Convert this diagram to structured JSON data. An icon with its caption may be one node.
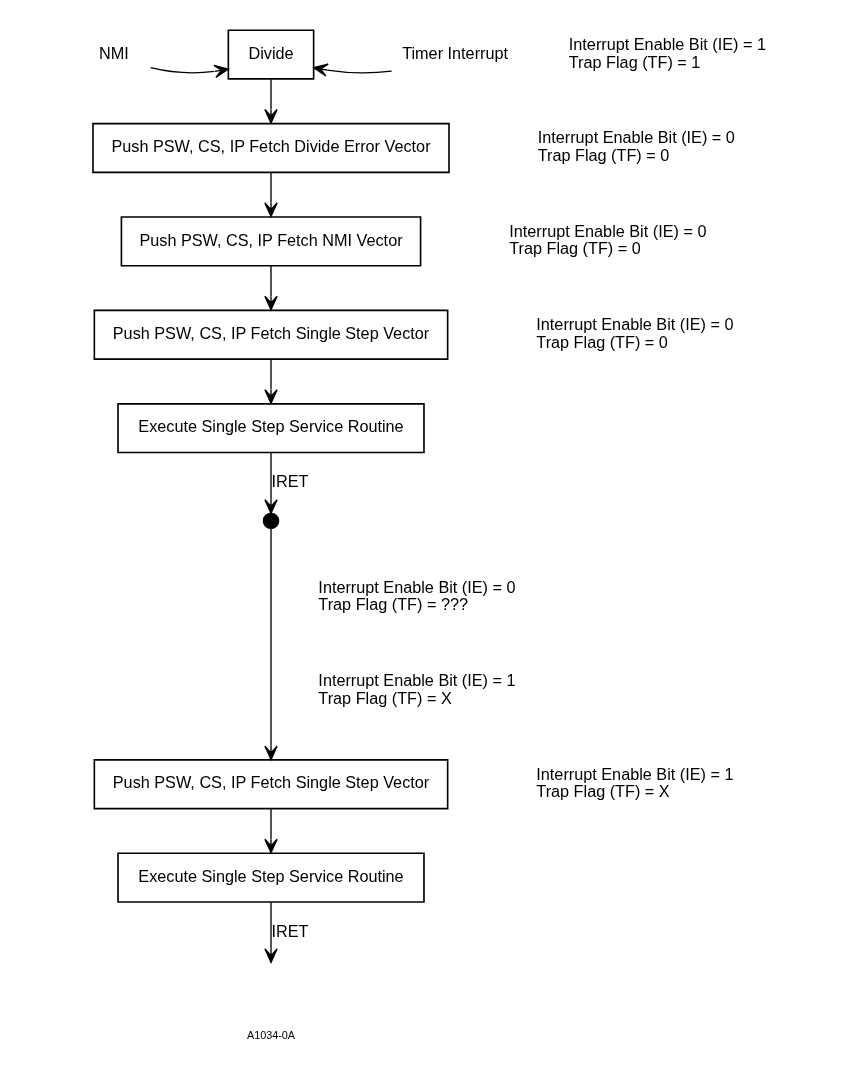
{
  "diagram": {
    "nodes": [
      {
        "text": [
          "NMI"
        ]
      },
      {
        "text": [
          "Divide"
        ],
        "beside": [
          "Interrupt Enable Bit (IE) = 1",
          "Trap Flag (TF) = 1"
        ]
      },
      {
        "text": [
          "Timer Interrupt"
        ]
      },
      {
        "text": [
          "Push PSW, CS, IP Fetch Divide Error Vector"
        ],
        "beside": [
          "Interrupt Enable Bit (IE) = 0",
          "Trap Flag (TF) = 0"
        ]
      },
      {
        "text": [
          "Push PSW, CS, IP Fetch NMI Vector"
        ],
        "beside": [
          "Interrupt Enable Bit (IE) = 0",
          "Trap Flag (TF) = 0"
        ]
      },
      {
        "text": [
          "Push PSW, CS, IP Fetch Single Step Vector"
        ],
        "beside": [
          "Interrupt Enable Bit (IE) = 0",
          "Trap Flag (TF) = 0"
        ]
      },
      {
        "text": [
          "Execute Single Step Service Routine"
        ]
      },
      {
        "text": [],
        "shape": "circle"
      },
      {
        "text": [
          "Push PSW, CS, IP Fetch Single Step Vector"
        ],
        "beside": [
          "Interrupt Enable Bit (IE) = 1",
          "Trap Flag (TF) = X"
        ]
      },
      {
        "text": [
          "Execute Single Step Service Routine"
        ]
      }
    ],
    "edges": [
      {
        "from": 0,
        "to": 1,
        "arrow": "to"
      },
      {
        "from": 2,
        "to": 1,
        "arrow": "to"
      },
      {
        "from": 1,
        "to": 3,
        "arrow": "to"
      },
      {
        "from": 3,
        "to": 4,
        "arrow": "to"
      },
      {
        "from": 4,
        "to": 5,
        "arrow": "to"
      },
      {
        "from": 5,
        "to": 6,
        "arrow": "to"
      },
      {
        "from": 6,
        "to": 7,
        "label": "IRET",
        "arrow": "to"
      },
      {
        "from": 7,
        "to": 8,
        "arrow": "to"
      },
      {
        "from": 8,
        "to": 9,
        "arrow": "to"
      },
      {
        "from": 9,
        "to": null,
        "label": "IRET",
        "arrow": "to"
      }
    ],
    "labels": [
      "Interrupt Enable Bit (IE) = 0",
      "Trap Flag (TF) = ???",
      "Interrupt Enable Bit (IE) = 1",
      "Trap Flag (TF) = X",
      "A1034-0A"
    ]
  }
}
